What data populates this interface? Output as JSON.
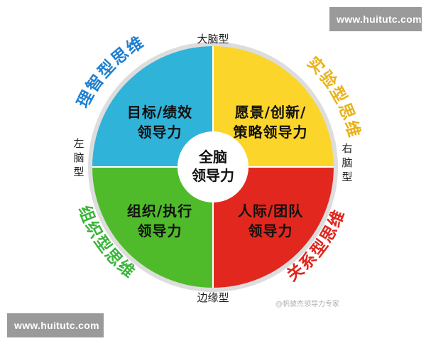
{
  "watermark": {
    "top": "www.huitutc.com",
    "bottom": "www.huitutc.com"
  },
  "axes": {
    "top": "大脑型",
    "bottom": "边缘型",
    "left": "左脑型",
    "right": "右脑型"
  },
  "quadrants": {
    "top_left": {
      "line1": "目标/绩效",
      "line2": "领导力",
      "color": "#2fb3d9"
    },
    "top_right": {
      "line1": "愿景/创新/",
      "line2": "策略领导力",
      "color": "#fcd52a"
    },
    "bottom_left": {
      "line1": "组织/执行",
      "line2": "领导力",
      "color": "#4fbb2a"
    },
    "bottom_right": {
      "line1": "人际/团队",
      "line2": "领导力",
      "color": "#e2281e"
    }
  },
  "center": {
    "line1": "全脑",
    "line2": "领导力"
  },
  "thinking_types": {
    "top_left": {
      "text": "理智型思维",
      "color": "#1e7fd0"
    },
    "top_right": {
      "text": "实验型思维",
      "color": "#e9b21c"
    },
    "bottom_left": {
      "text": "组织型思维",
      "color": "#3bb43b"
    },
    "bottom_right": {
      "text": "关系型思维",
      "color": "#e0241c"
    }
  },
  "credit": "@帆彼杰领导力专家",
  "colors": {
    "ring": "#dddddd",
    "divider": "#ffffff",
    "center_fill": "#ffffff"
  }
}
